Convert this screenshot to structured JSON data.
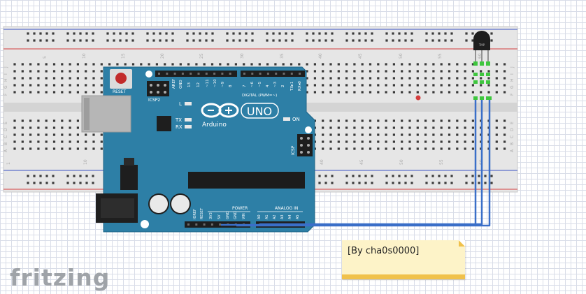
{
  "app": {
    "name": "fritzing"
  },
  "note": {
    "text": "[By cha0s0000]"
  },
  "arduino": {
    "board_name": "UNO",
    "brand": "Arduino",
    "reset_label": "RESET",
    "icsp2_label": "ICSP2",
    "icsp_label": "ICSP",
    "digital_label": "DIGITAL (PWM=~)",
    "power_label": "POWER",
    "analog_label": "ANALOG IN",
    "led_l": "L",
    "led_tx": "TX",
    "led_rx": "RX",
    "led_on": "ON",
    "aref": "AREF",
    "gnd": "GND",
    "digital_pins": [
      "13",
      "12",
      "~11",
      "~10",
      "~9",
      "8",
      "7",
      "~6",
      "~5",
      "4",
      "~3",
      "2",
      "TX▸1",
      "RX◂0"
    ],
    "power_pins": [
      "IOREF",
      "RESET",
      "3V3",
      "5V",
      "GND",
      "GND",
      "VIN"
    ],
    "analog_pins": [
      "A0",
      "A1",
      "A2",
      "A3",
      "A4",
      "A5"
    ]
  },
  "breadboard": {
    "col_numbers": [
      "1",
      "5",
      "10",
      "15",
      "20",
      "25",
      "30",
      "35",
      "40",
      "45",
      "50",
      "55",
      "60"
    ],
    "row_letters_top": [
      "J",
      "I",
      "H",
      "G",
      "F"
    ],
    "row_letters_bottom": [
      "E",
      "D",
      "C",
      "B",
      "A"
    ]
  },
  "sensor": {
    "label": "TMP"
  },
  "colors": {
    "board": "#2d7fa6",
    "wire": "#3a6fc8",
    "rail_red": "#d43d3d",
    "rail_blue": "#3a53c4",
    "note_bg": "#fdf3c8",
    "note_border": "#f0c14b"
  }
}
